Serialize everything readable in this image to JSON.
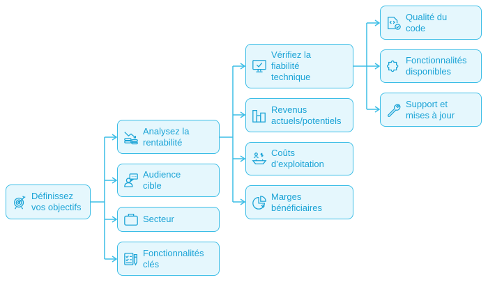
{
  "colors": {
    "accent": "#1aa3d6",
    "stroke": "#3bbde6",
    "fill": "#e5f7fd"
  },
  "root": {
    "label": "Définissez\nvos objectifs",
    "icon": "target-icon"
  },
  "level1": [
    {
      "label": "Analysez la\nrentabilité",
      "icon": "money-trend-icon"
    },
    {
      "label": "Audience\ncible",
      "icon": "user-chat-icon"
    },
    {
      "label": "Secteur",
      "icon": "briefcase-icon"
    },
    {
      "label": "Fonctionnalités\nclés",
      "icon": "checklist-pen-icon"
    }
  ],
  "level2": [
    {
      "label": "Vérifiez la\nfiabilité\ntechnique",
      "icon": "monitor-check-icon"
    },
    {
      "label": "Revenus\nactuels/potentiels",
      "icon": "bar-chart-icon"
    },
    {
      "label": "Coûts\nd’exploitation",
      "icon": "cost-people-icon"
    },
    {
      "label": "Marges\nbénéficiaires",
      "icon": "pie-chart-icon"
    }
  ],
  "level3": [
    {
      "label": "Qualité du\ncode",
      "icon": "code-check-icon"
    },
    {
      "label": "Fonctionnalités\ndisponibles",
      "icon": "puzzle-icon"
    },
    {
      "label": "Support et\nmises à jour",
      "icon": "wrench-icon"
    }
  ]
}
